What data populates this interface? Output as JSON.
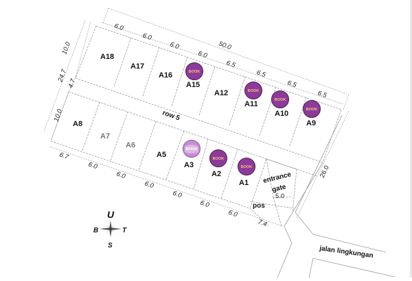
{
  "map": {
    "row_label": "row 5",
    "road_label": "jalan lingkungan",
    "entrance_label_line1": "entrance",
    "entrance_label_line2": "gate",
    "entrance_width": "5.0",
    "pos_label": "pos",
    "book_label": "BOOK",
    "colors": {
      "book_fill": "#8e3a9a",
      "book_fill_faded": "#c48fd0",
      "book_text": "#f4c27a",
      "line": "#9a9a9a"
    }
  },
  "dimensions": {
    "total_top": "50.0",
    "left_total": "24.7",
    "left_top": "10.0",
    "left_road": "4.7",
    "left_bottom": "10.0",
    "right_side": "26.0",
    "top_row": [
      "6.0",
      "6.0",
      "6.0",
      "6.0",
      "6.5",
      "6.5",
      "6.5",
      "6.5"
    ],
    "bottom_row": [
      "6.7",
      "6.0",
      "6.0",
      "6.0",
      "6.0",
      "6.0",
      "6.0",
      "7.4"
    ]
  },
  "lots": {
    "top": [
      {
        "id": "A18",
        "booked": false
      },
      {
        "id": "A17",
        "booked": false
      },
      {
        "id": "A16",
        "booked": false
      },
      {
        "id": "A15",
        "booked": true
      },
      {
        "id": "A12",
        "booked": false
      },
      {
        "id": "A11",
        "booked": true
      },
      {
        "id": "A10",
        "booked": true
      },
      {
        "id": "A9",
        "booked": true
      }
    ],
    "bottom": [
      {
        "id": "A8",
        "booked": false
      },
      {
        "id": "A7",
        "booked": false
      },
      {
        "id": "A6",
        "booked": false
      },
      {
        "id": "A5",
        "booked": false
      },
      {
        "id": "A3",
        "booked": true
      },
      {
        "id": "A2",
        "booked": true
      },
      {
        "id": "A1",
        "booked": true
      }
    ]
  },
  "compass": {
    "north": "U",
    "south": "S",
    "west": "B",
    "east": "T"
  }
}
